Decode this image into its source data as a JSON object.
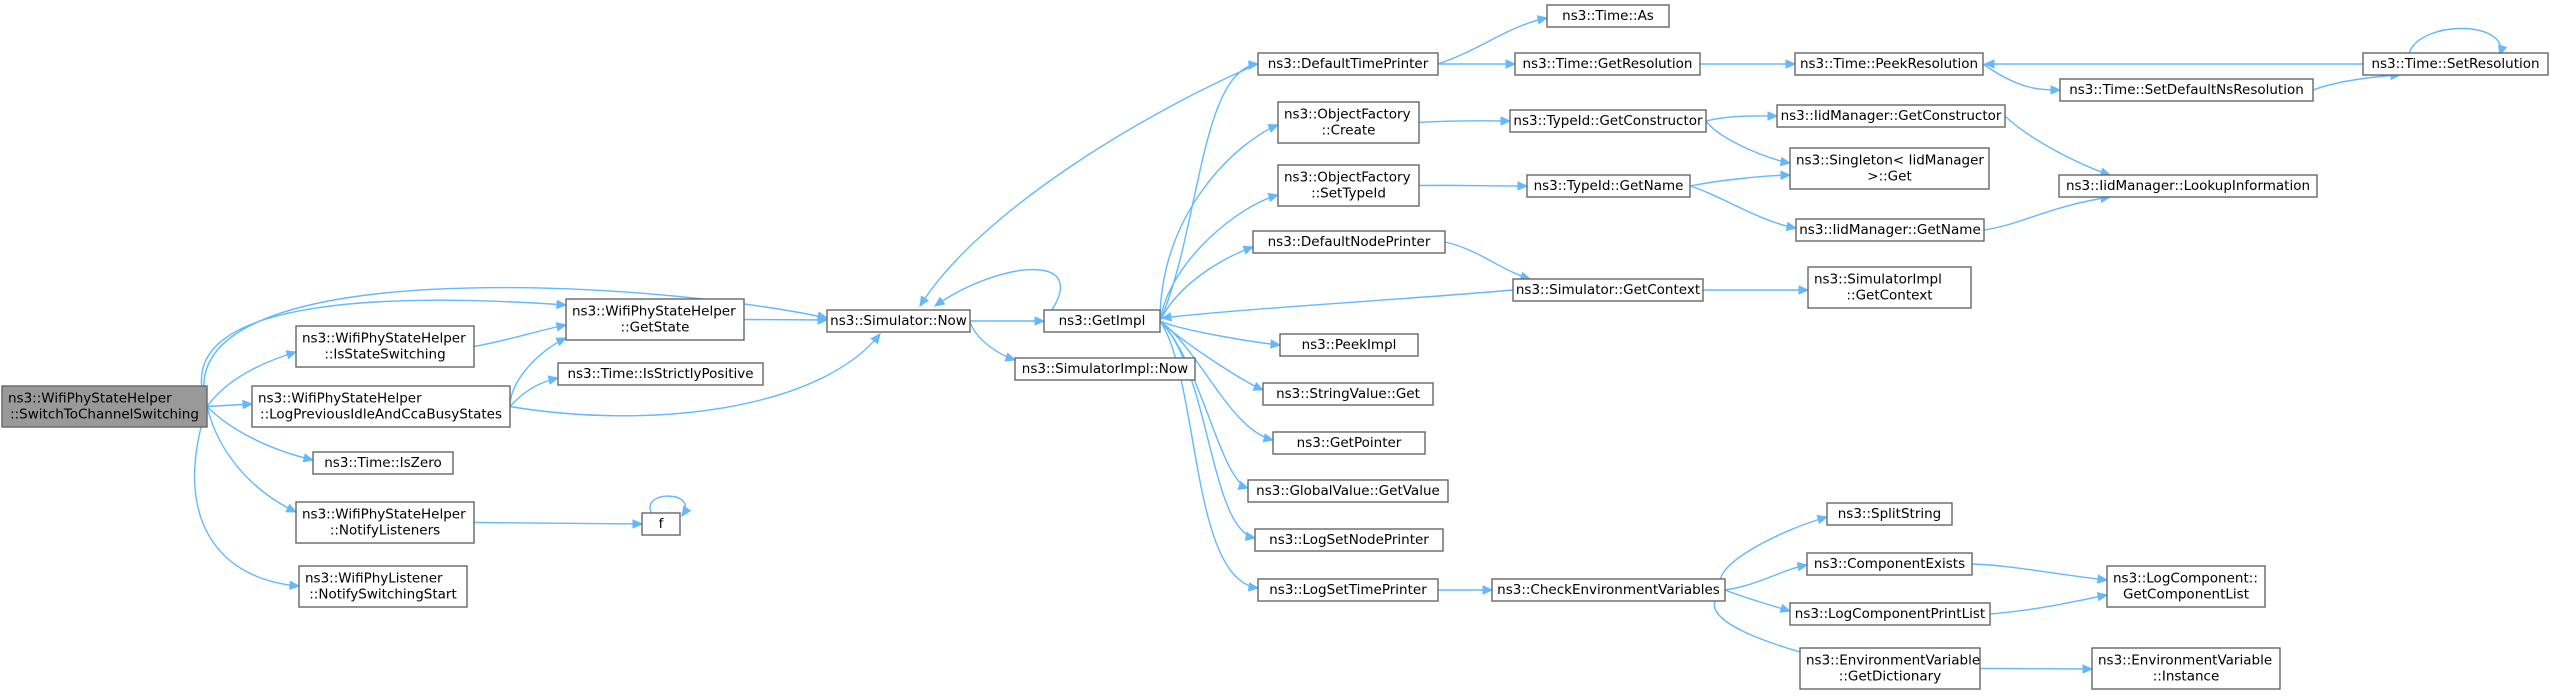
{
  "colors": {
    "edge": "#63b8ff",
    "node_border": "#666666",
    "root_fill": "#999999",
    "node_fill": "#ffffff"
  },
  "nodes": {
    "root": [
      "ns3::WifiPhyStateHelper",
      "::SwitchToChannelSwitching"
    ],
    "isStateSwitching": [
      "ns3::WifiPhyStateHelper",
      "::IsStateSwitching"
    ],
    "logPrevious": [
      "ns3::WifiPhyStateHelper",
      "::LogPreviousIdleAndCcaBusyStates"
    ],
    "isZero": [
      "ns3::Time::IsZero"
    ],
    "notifyListeners": [
      "ns3::WifiPhyStateHelper",
      "::NotifyListeners"
    ],
    "notifySwitchingStart": [
      "ns3::WifiPhyListener",
      "::NotifySwitchingStart"
    ],
    "getState": [
      "ns3::WifiPhyStateHelper",
      "::GetState"
    ],
    "isStrictlyPositive": [
      "ns3::Time::IsStrictlyPositive"
    ],
    "f": [
      "f"
    ],
    "simNow": [
      "ns3::Simulator::Now"
    ],
    "getImpl": [
      "ns3::GetImpl"
    ],
    "simImplNow": [
      "ns3::SimulatorImpl::Now"
    ],
    "defaultTimePrinter": [
      "ns3::DefaultTimePrinter"
    ],
    "ofCreate": [
      "ns3::ObjectFactory",
      "::Create"
    ],
    "ofSetTypeId": [
      "ns3::ObjectFactory",
      "::SetTypeId"
    ],
    "defaultNodePrinter": [
      "ns3::DefaultNodePrinter"
    ],
    "peekImpl": [
      "ns3::PeekImpl"
    ],
    "stringValueGet": [
      "ns3::StringValue::Get"
    ],
    "getPointer": [
      "ns3::GetPointer"
    ],
    "globalValueGetValue": [
      "ns3::GlobalValue::GetValue"
    ],
    "logSetNodePrinter": [
      "ns3::LogSetNodePrinter"
    ],
    "logSetTimePrinter": [
      "ns3::LogSetTimePrinter"
    ],
    "timeAs": [
      "ns3::Time::As"
    ],
    "timeGetResolution": [
      "ns3::Time::GetResolution"
    ],
    "typeIdGetConstructor": [
      "ns3::TypeId::GetConstructor"
    ],
    "typeIdGetName": [
      "ns3::TypeId::GetName"
    ],
    "simGetContext": [
      "ns3::Simulator::GetContext"
    ],
    "checkEnv": [
      "ns3::CheckEnvironmentVariables"
    ],
    "timePeekResolution": [
      "ns3::Time::PeekResolution"
    ],
    "iidGetConstructor": [
      "ns3::IidManager::GetConstructor"
    ],
    "singletonGet": [
      "ns3::Singleton< IidManager",
      " >::Get"
    ],
    "iidGetName": [
      "ns3::IidManager::GetName"
    ],
    "simImplGetContext": [
      "ns3::SimulatorImpl",
      "::GetContext"
    ],
    "splitString": [
      "ns3::SplitString"
    ],
    "componentExists": [
      "ns3::ComponentExists"
    ],
    "logComponentPrintList": [
      "ns3::LogComponentPrintList"
    ],
    "envGetDictionary": [
      "ns3::EnvironmentVariable",
      "::GetDictionary"
    ],
    "timeSetDefaultNsResolution": [
      "ns3::Time::SetDefaultNsResolution"
    ],
    "timeSetResolution": [
      "ns3::Time::SetResolution"
    ],
    "iidLookupInformation": [
      "ns3::IidManager::LookupInformation"
    ],
    "logComponentGetComponentList": [
      "ns3::LogComponent::",
      "GetComponentList"
    ],
    "envInstance": [
      "ns3::EnvironmentVariable",
      "::Instance"
    ]
  }
}
